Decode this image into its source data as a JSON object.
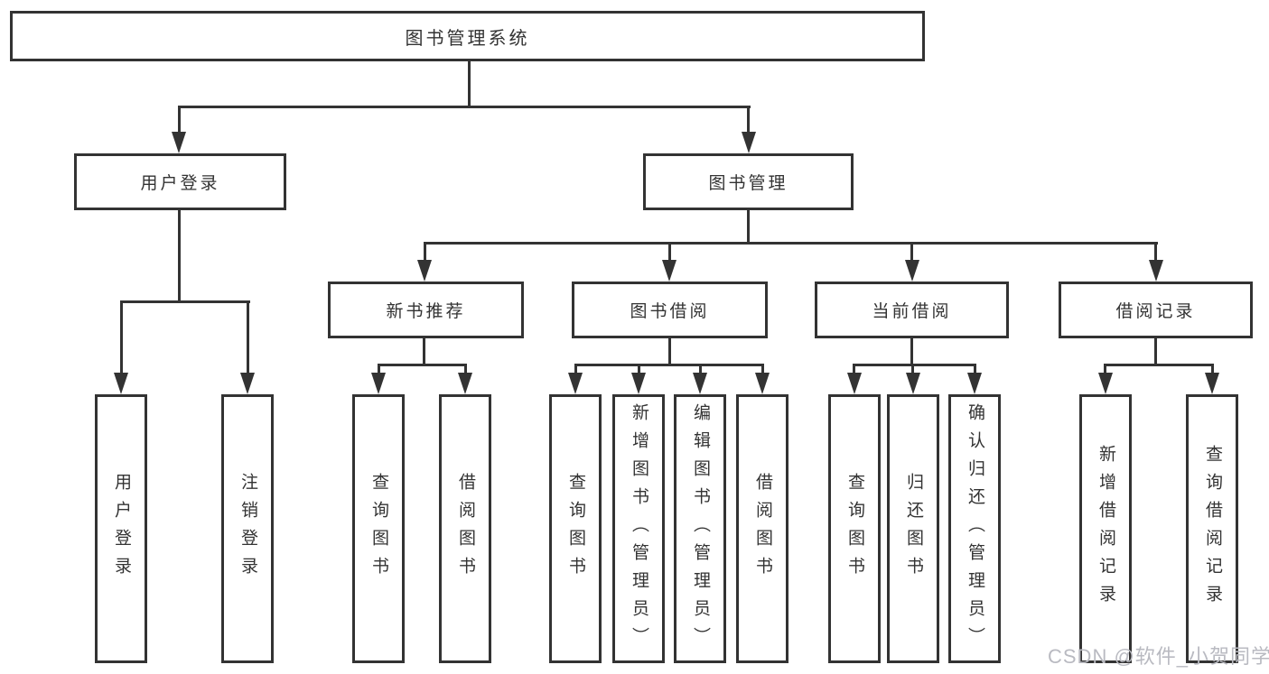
{
  "nodes": {
    "root": "图书管理系统",
    "user_login": "用户登录",
    "book_management": "图书管理",
    "new_book_recommend": "新书推荐",
    "book_borrow": "图书借阅",
    "current_borrow": "当前借阅",
    "borrow_records": "借阅记录",
    "leaf_user_login": "用户登录",
    "leaf_logout": "注销登录",
    "leaf_query_book_a": "查询图书",
    "leaf_borrow_book_a": "借阅图书",
    "leaf_query_book_b": "查询图书",
    "leaf_add_book_admin": "新增图书（管理员）",
    "leaf_edit_book_admin": "编辑图书（管理员）",
    "leaf_borrow_book_b": "借阅图书",
    "leaf_query_book_c": "查询图书",
    "leaf_return_book": "归还图书",
    "leaf_confirm_return_admin": "确认归还（管理员）",
    "leaf_add_borrow_record": "新增借阅记录",
    "leaf_query_borrow_record": "查询借阅记录"
  },
  "watermark": "CSDN @软件_小贺同学",
  "colors": {
    "line": "#333333",
    "box_background": "#ffffff",
    "text": "#333333",
    "watermark": "#b9bac1"
  }
}
